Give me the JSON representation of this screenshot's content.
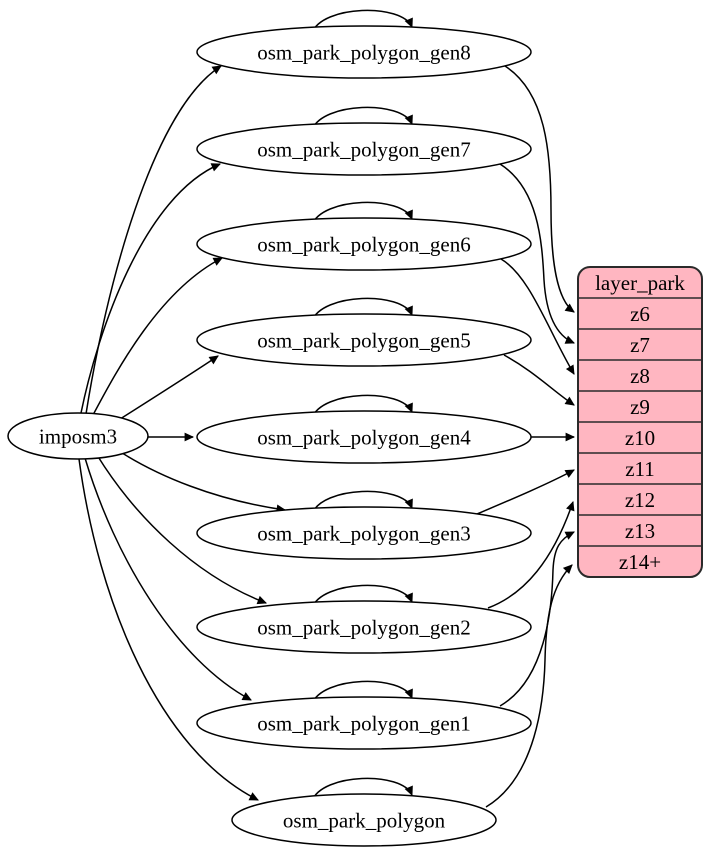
{
  "diagram": {
    "background": "#ffffff",
    "edge_color": "#000000",
    "node_fill": "#ffffff",
    "node_stroke": "#000000",
    "source": {
      "id": "imposm3",
      "label": "imposm3"
    },
    "tables": [
      {
        "id": "osm_park_polygon_gen8",
        "label": "osm_park_polygon_gen8"
      },
      {
        "id": "osm_park_polygon_gen7",
        "label": "osm_park_polygon_gen7"
      },
      {
        "id": "osm_park_polygon_gen6",
        "label": "osm_park_polygon_gen6"
      },
      {
        "id": "osm_park_polygon_gen5",
        "label": "osm_park_polygon_gen5"
      },
      {
        "id": "osm_park_polygon_gen4",
        "label": "osm_park_polygon_gen4"
      },
      {
        "id": "osm_park_polygon_gen3",
        "label": "osm_park_polygon_gen3"
      },
      {
        "id": "osm_park_polygon_gen2",
        "label": "osm_park_polygon_gen2"
      },
      {
        "id": "osm_park_polygon_gen1",
        "label": "osm_park_polygon_gen1"
      },
      {
        "id": "osm_park_polygon",
        "label": "osm_park_polygon"
      }
    ],
    "layer": {
      "id": "layer_park",
      "title": "layer_park",
      "rows": [
        "z6",
        "z7",
        "z8",
        "z9",
        "z10",
        "z11",
        "z12",
        "z13",
        "z14+"
      ],
      "fill": "#ffb6c1",
      "stroke": "#2a2a2a",
      "text_color": "#000000"
    },
    "edges": [
      {
        "from": "imposm3",
        "to": "osm_park_polygon_gen8"
      },
      {
        "from": "imposm3",
        "to": "osm_park_polygon_gen7"
      },
      {
        "from": "imposm3",
        "to": "osm_park_polygon_gen6"
      },
      {
        "from": "imposm3",
        "to": "osm_park_polygon_gen5"
      },
      {
        "from": "imposm3",
        "to": "osm_park_polygon_gen4"
      },
      {
        "from": "imposm3",
        "to": "osm_park_polygon_gen3"
      },
      {
        "from": "imposm3",
        "to": "osm_park_polygon_gen2"
      },
      {
        "from": "imposm3",
        "to": "osm_park_polygon_gen1"
      },
      {
        "from": "imposm3",
        "to": "osm_park_polygon"
      },
      {
        "from": "osm_park_polygon_gen8",
        "to": "osm_park_polygon_gen8"
      },
      {
        "from": "osm_park_polygon_gen7",
        "to": "osm_park_polygon_gen7"
      },
      {
        "from": "osm_park_polygon_gen6",
        "to": "osm_park_polygon_gen6"
      },
      {
        "from": "osm_park_polygon_gen5",
        "to": "osm_park_polygon_gen5"
      },
      {
        "from": "osm_park_polygon_gen4",
        "to": "osm_park_polygon_gen4"
      },
      {
        "from": "osm_park_polygon_gen3",
        "to": "osm_park_polygon_gen3"
      },
      {
        "from": "osm_park_polygon_gen2",
        "to": "osm_park_polygon_gen2"
      },
      {
        "from": "osm_park_polygon_gen1",
        "to": "osm_park_polygon_gen1"
      },
      {
        "from": "osm_park_polygon",
        "to": "osm_park_polygon"
      },
      {
        "from": "osm_park_polygon_gen8",
        "to": "z6"
      },
      {
        "from": "osm_park_polygon_gen7",
        "to": "z7"
      },
      {
        "from": "osm_park_polygon_gen6",
        "to": "z8"
      },
      {
        "from": "osm_park_polygon_gen5",
        "to": "z9"
      },
      {
        "from": "osm_park_polygon_gen4",
        "to": "z10"
      },
      {
        "from": "osm_park_polygon_gen3",
        "to": "z11"
      },
      {
        "from": "osm_park_polygon_gen2",
        "to": "z12"
      },
      {
        "from": "osm_park_polygon_gen1",
        "to": "z13"
      },
      {
        "from": "osm_park_polygon",
        "to": "z14+"
      }
    ]
  }
}
